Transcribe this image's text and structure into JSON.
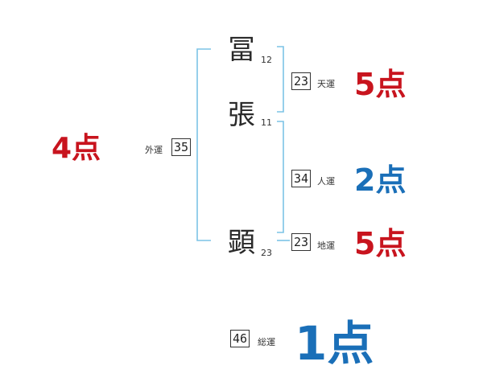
{
  "name": {
    "chars": [
      {
        "char": "冨",
        "strokes": "12"
      },
      {
        "char": "張",
        "strokes": "11"
      },
      {
        "char": "顕",
        "strokes": "23"
      }
    ]
  },
  "fortunes": {
    "outer": {
      "label": "外運",
      "value": "35",
      "score": "4点",
      "color": "#c8141e"
    },
    "heaven": {
      "label": "天運",
      "value": "23",
      "score": "5点",
      "color": "#c8141e"
    },
    "person": {
      "label": "人運",
      "value": "34",
      "score": "2点",
      "color": "#1a6fb8"
    },
    "earth": {
      "label": "地運",
      "value": "23",
      "score": "5点",
      "color": "#c8141e"
    },
    "total": {
      "label": "総運",
      "value": "46",
      "score": "1点",
      "color": "#1a6fb8"
    }
  },
  "colors": {
    "bracket": "#7cc3e6"
  }
}
